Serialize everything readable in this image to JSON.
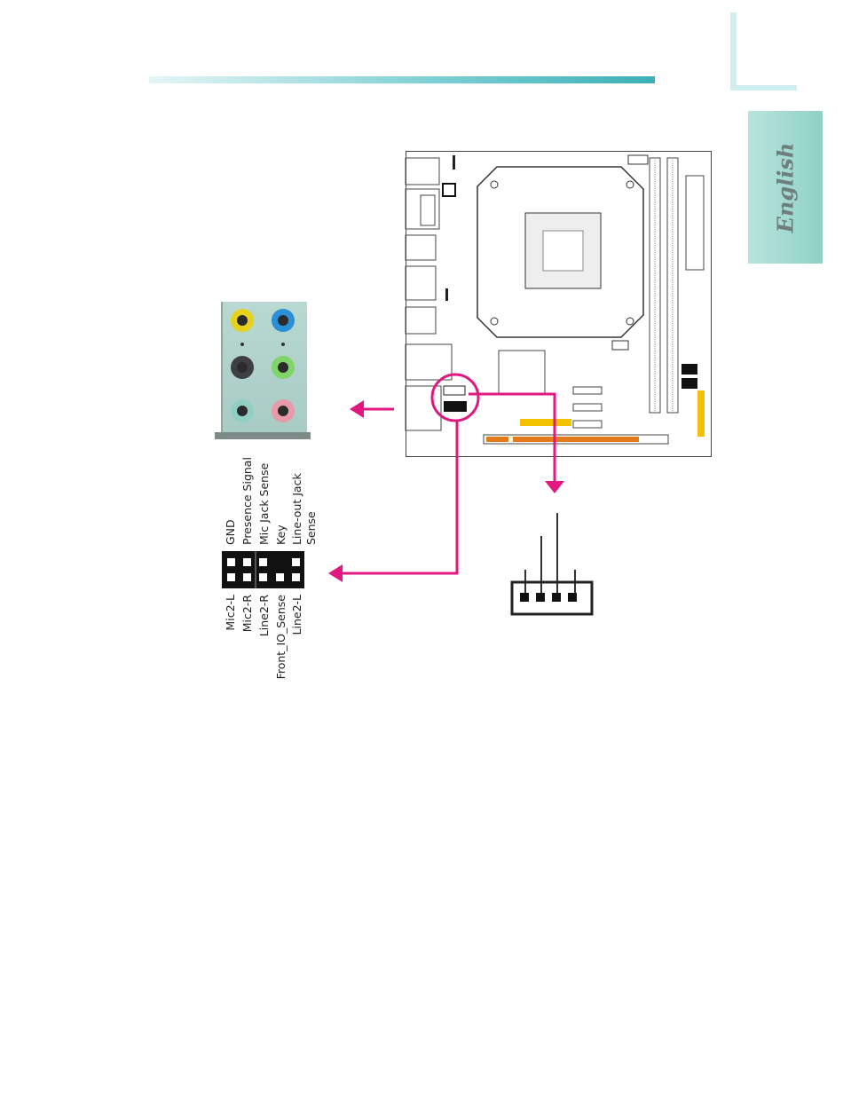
{
  "side_tab": {
    "label": "English"
  },
  "header_top": {
    "upper_labels": [
      "GND",
      "Presence Signal",
      "Mic Jack Sense",
      "Key",
      "Line-out Jack",
      "Sense"
    ],
    "lower_labels": [
      "Mic2-L",
      "Mic2-R",
      "Line2-R",
      "Front_IO_Sense",
      "Line2-L"
    ]
  },
  "colors": {
    "accent_arrow": "#e0187f",
    "tab_bg": "#9fd8cd",
    "header_bar": "#3bb0b6"
  },
  "icons": {
    "audio_panel": "rear-audio-jacks-icon",
    "connector": "4-pin-connector-icon",
    "board": "motherboard-layout-icon"
  }
}
